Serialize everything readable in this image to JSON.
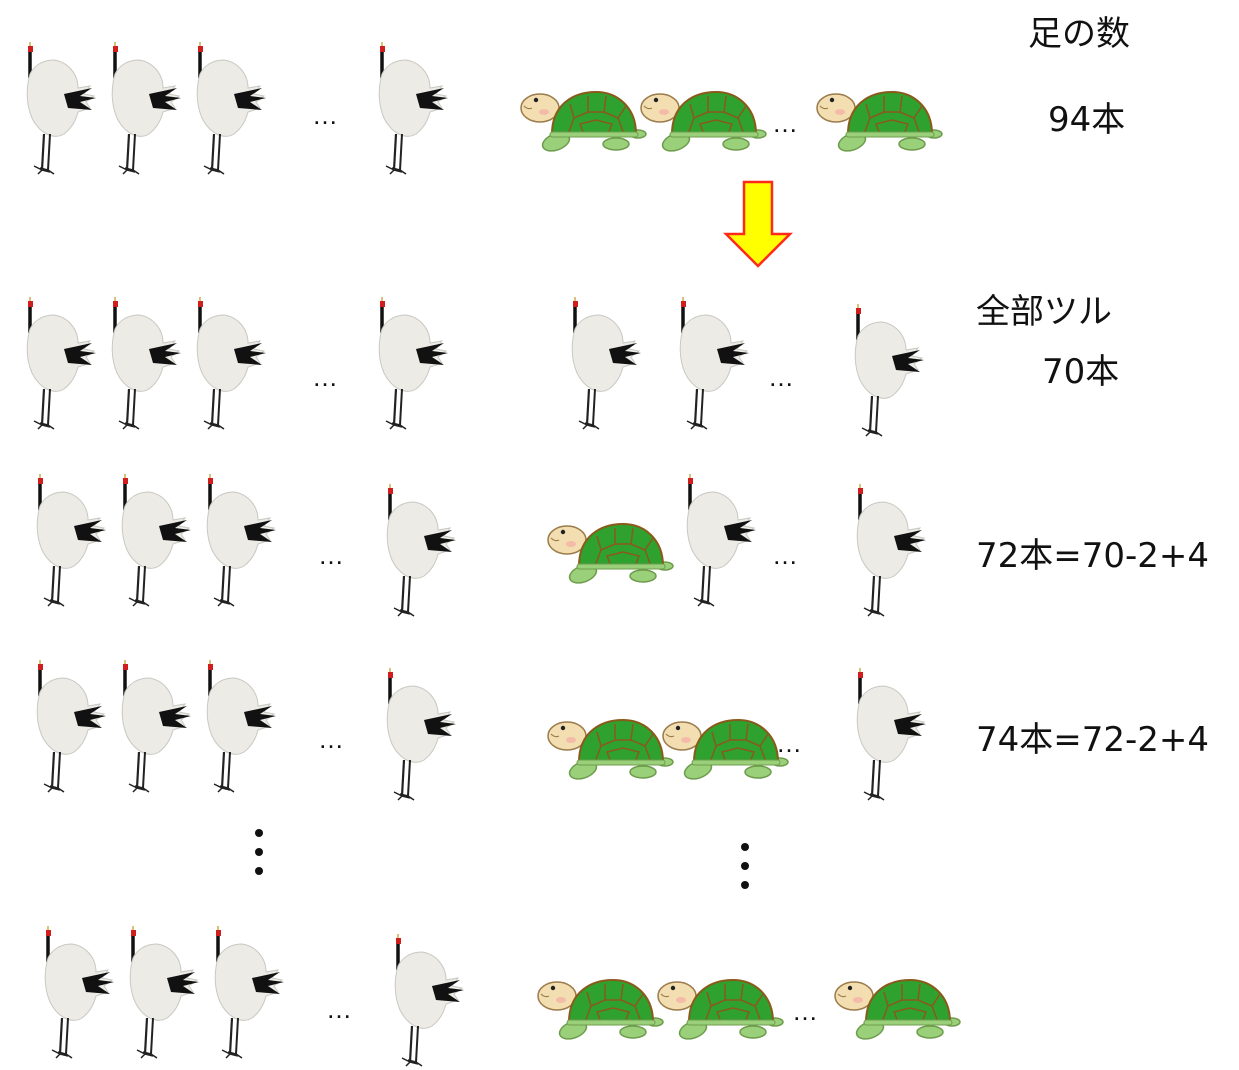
{
  "labels": {
    "header": "足の数",
    "row1_count": "94本",
    "row2_title": "全部ツル",
    "row2_count": "70本",
    "row3_count": "72本=70-2+4",
    "row4_count": "74本=72-2+4"
  },
  "ellipsis": "…",
  "colors": {
    "arrow_fill": "#ffff00",
    "arrow_stroke": "#ff2a1a",
    "turtle_shell": "#2ea12e",
    "turtle_skin": "#f2deb0",
    "turtle_flipper": "#9bd07a",
    "crane_body": "#ececea"
  },
  "icons": {
    "crane": "crane-icon",
    "turtle": "turtle-icon",
    "arrow": "down-arrow-icon"
  }
}
